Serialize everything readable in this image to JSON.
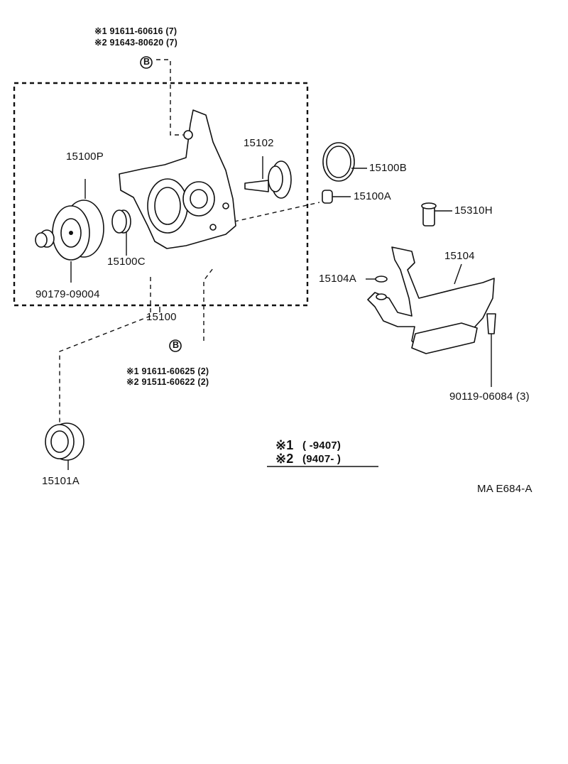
{
  "diagram": {
    "code": "MA E684-A",
    "parts": {
      "p15100": "15100",
      "p15100P": "15100P",
      "p15100C": "15100C",
      "p15102": "15102",
      "p15100B": "15100B",
      "p15100A": "15100A",
      "p15310H": "15310H",
      "p15104": "15104",
      "p15104A": "15104A",
      "p15101A": "15101A",
      "p90179": "90179-09004",
      "p90119": "90119-06084 (3)"
    },
    "bolts_top": {
      "marker": "B",
      "line1": "※1  91611-60616 (7)",
      "line2": "※2  91643-80620 (7)"
    },
    "bolts_bottom": {
      "marker": "B",
      "line1": "※1 91611-60625 (2)",
      "line2": "※2 91511-60622 (2)"
    },
    "notes": {
      "n1_mark": "※1",
      "n1_text": "(      -9407)",
      "n2_mark": "※2",
      "n2_text": "(9407-       )"
    }
  }
}
